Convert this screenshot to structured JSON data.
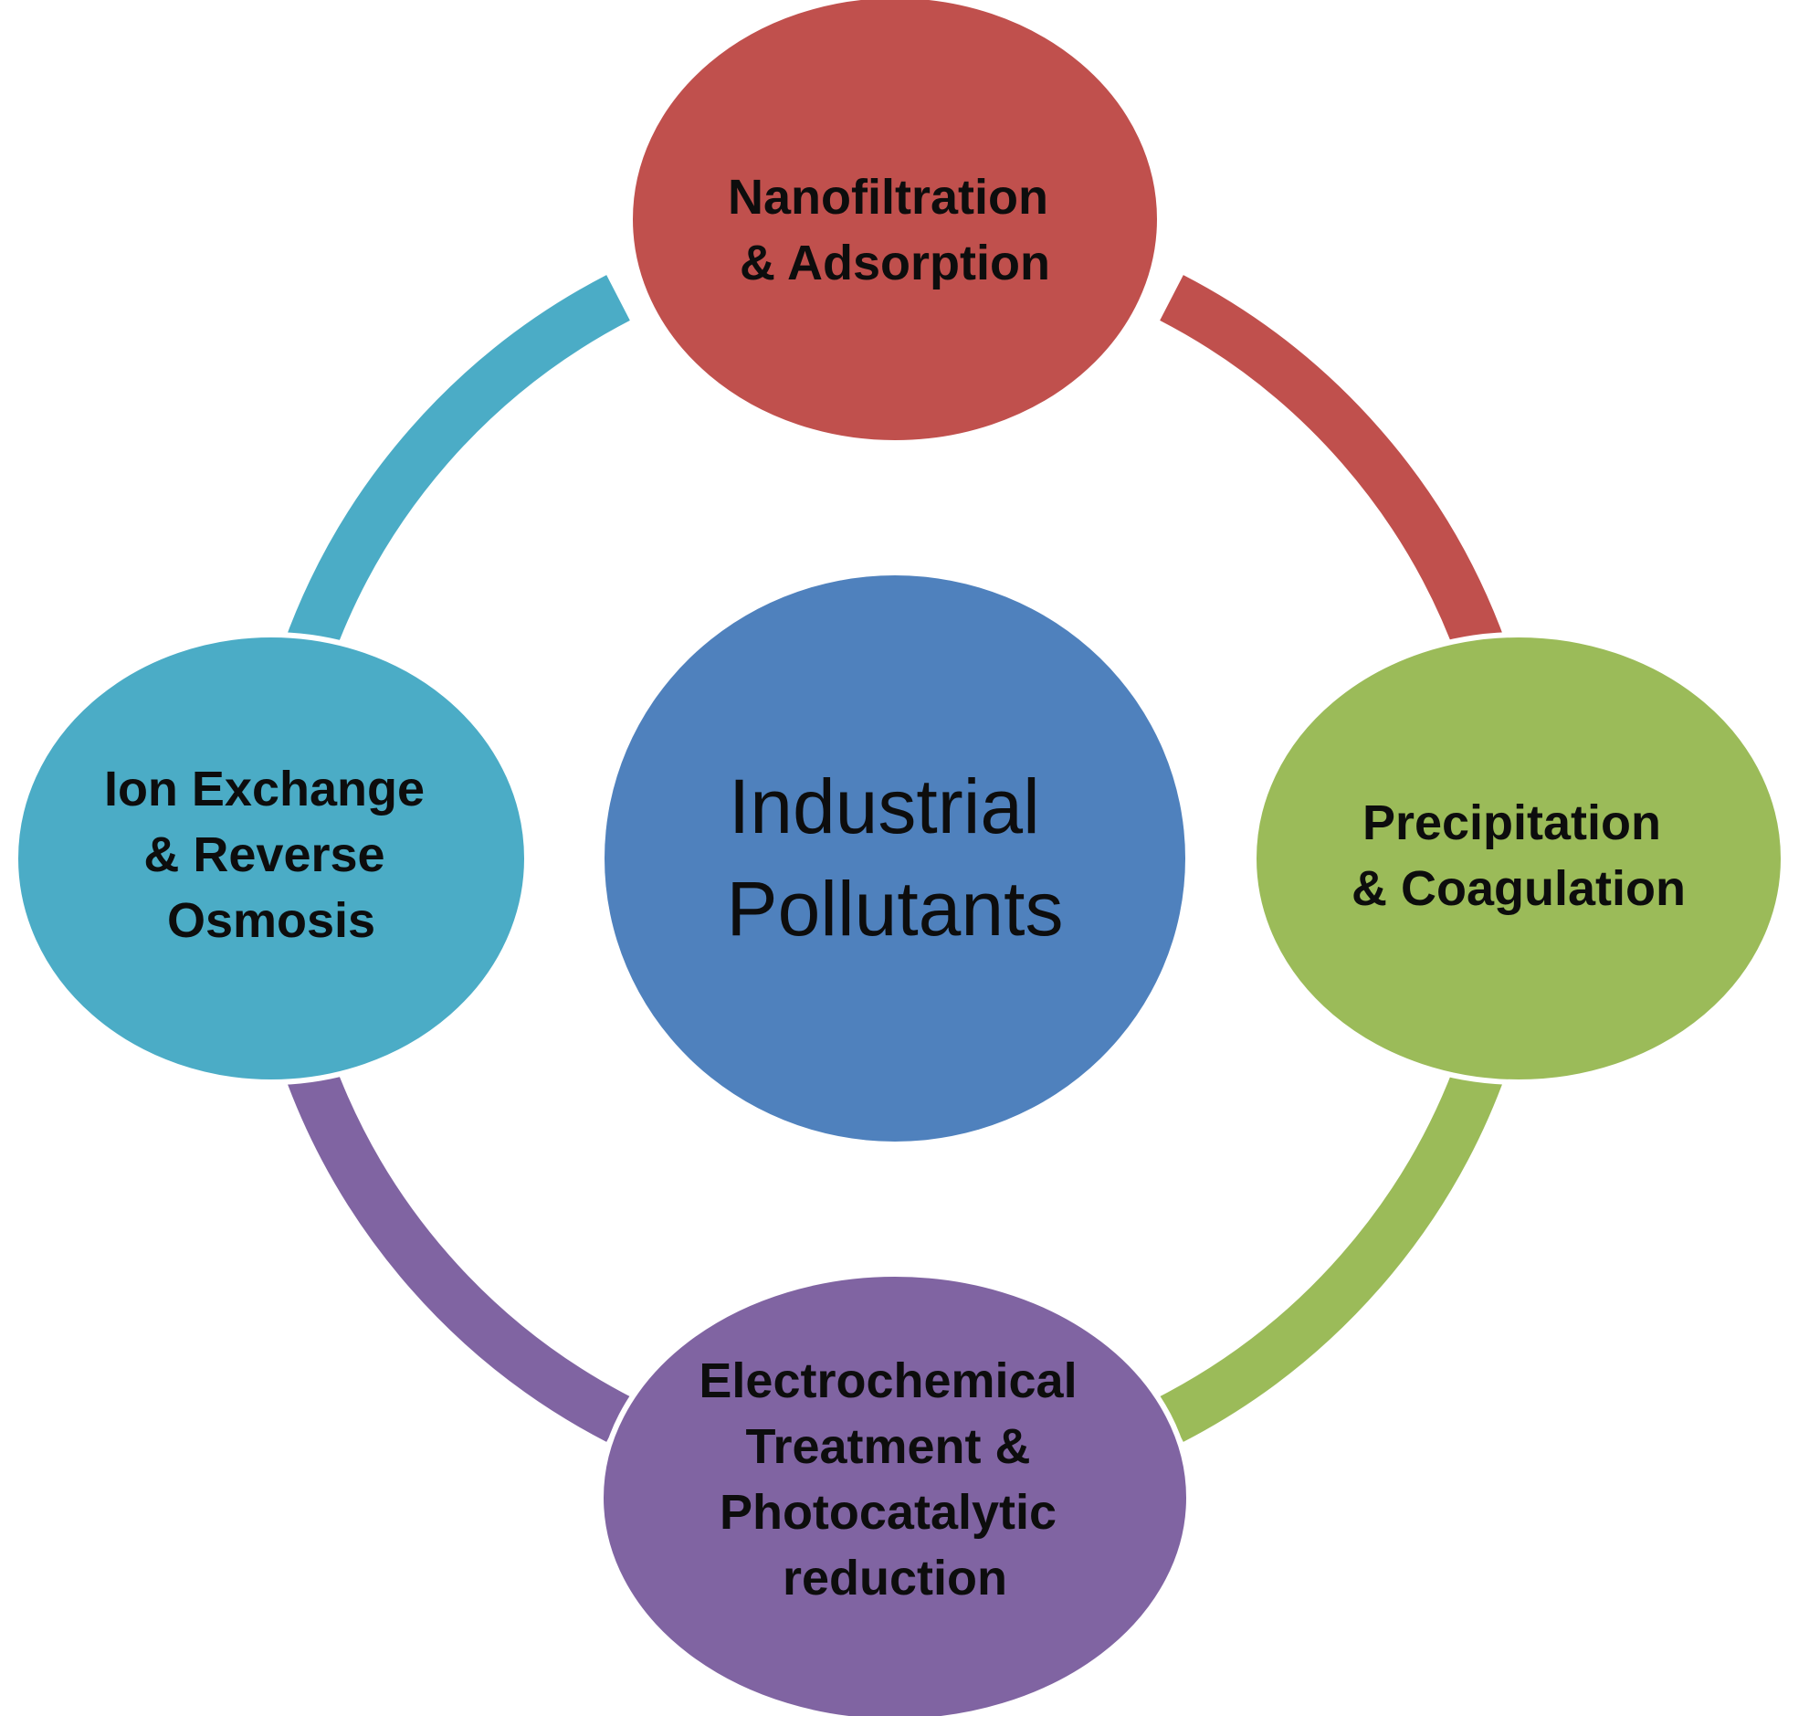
{
  "diagram": {
    "center": {
      "lines": [
        "Industrial",
        "Pollutants"
      ],
      "color": "#4f81bd"
    },
    "nodes": [
      {
        "id": "top",
        "lines": [
          "Nanofiltration",
          "& Adsorption"
        ],
        "color": "#c0504d"
      },
      {
        "id": "right",
        "lines": [
          "Precipitation",
          "& Coagulation"
        ],
        "color": "#9bbb59"
      },
      {
        "id": "bottom",
        "lines": [
          "Electrochemical",
          "Treatment &",
          "Photocatalytic",
          "reduction"
        ],
        "color": "#8064a2"
      },
      {
        "id": "left",
        "lines": [
          "Ion Exchange",
          "& Reverse",
          "Osmosis"
        ],
        "color": "#4bacc6"
      }
    ]
  }
}
